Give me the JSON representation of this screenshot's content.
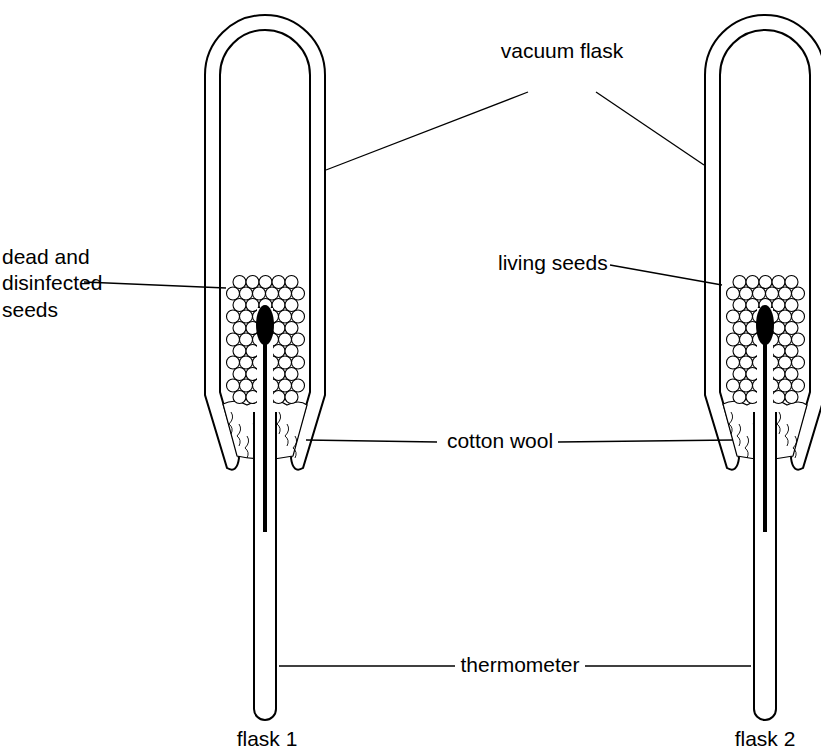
{
  "diagram": {
    "labels": [
      "vacuum flask",
      "dead and disinfected seeds",
      "living seeds",
      "cotton wool",
      "thermometer",
      "flask 1",
      "flask 2"
    ]
  }
}
